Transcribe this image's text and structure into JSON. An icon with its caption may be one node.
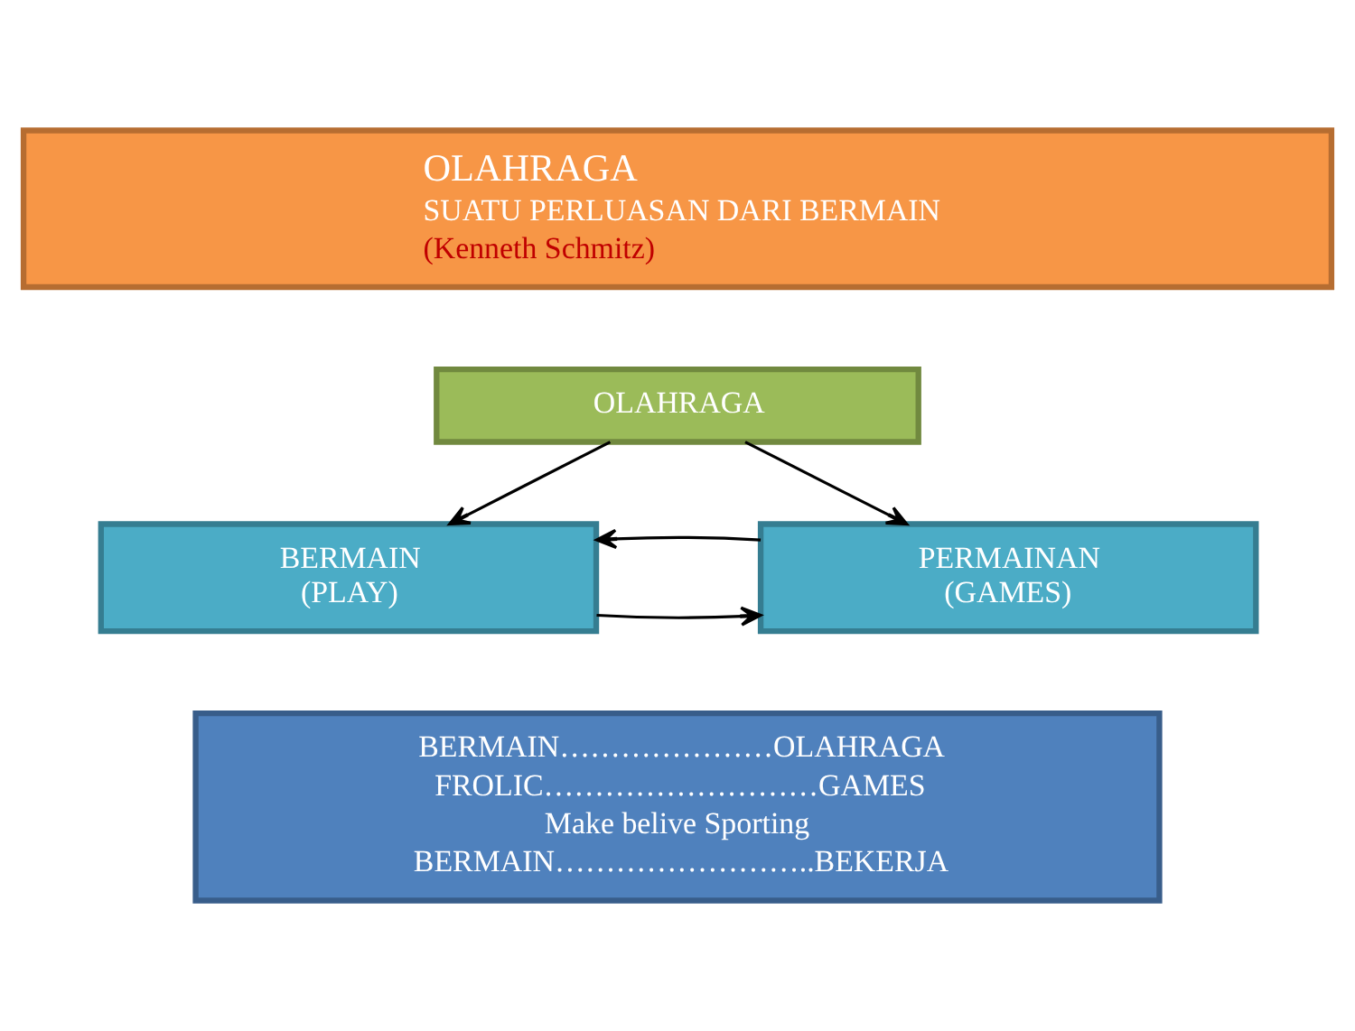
{
  "diagram": {
    "nodes": [
      {
        "text": [
          "OLAHRAGA",
          "SUATU PERLUASAN DARI BERMAIN",
          "(Kenneth Schmitz)"
        ]
      },
      {
        "text": [
          "OLAHRAGA"
        ]
      },
      {
        "text": [
          "BERMAIN (PLAY)"
        ]
      },
      {
        "text": [
          "PERMAINAN (GAMES)"
        ]
      },
      {
        "text": [
          "BERMAIN…………………OLAHRAGA",
          "FROLIC………………………GAMES",
          "Make belive Sporting",
          "BERMAIN……………………..BEKERJA"
        ]
      }
    ],
    "edges": [
      {
        "from": 1,
        "to": 2,
        "arrow": "to"
      },
      {
        "from": 1,
        "to": 3,
        "arrow": "to"
      },
      {
        "from": 2,
        "to": 3,
        "arrow": "to"
      },
      {
        "from": 3,
        "to": 2,
        "arrow": "to"
      }
    ]
  }
}
